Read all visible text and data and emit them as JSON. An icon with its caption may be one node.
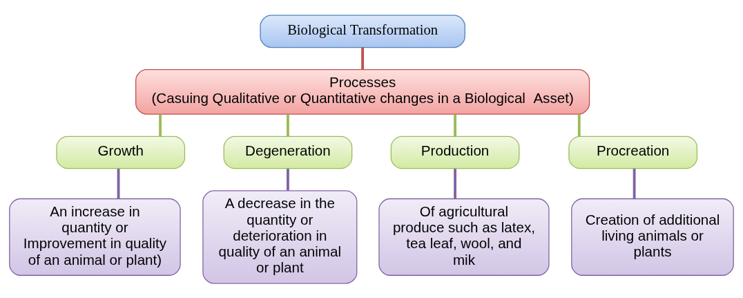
{
  "diagram": {
    "nodes": [
      {
        "text": [
          "Biological Transformation"
        ]
      },
      {
        "text": [
          "Processes",
          "(Casuing Qualitative or Quantitative changes in a Biological  Asset)"
        ]
      },
      {
        "text": [
          "Growth"
        ]
      },
      {
        "text": [
          "Degeneration"
        ]
      },
      {
        "text": [
          "Production"
        ]
      },
      {
        "text": [
          "Procreation"
        ]
      },
      {
        "text": [
          "An increase in quantity or Improvement in quality of an animal or plant)"
        ]
      },
      {
        "text": [
          "A decrease in the quantity or deterioration in quality of an animal or plant"
        ]
      },
      {
        "text": [
          "Of agricultural produce such as latex, tea leaf, wool, and mik"
        ]
      },
      {
        "text": [
          "Creation of additional living animals or plants"
        ]
      }
    ],
    "edges": [
      {
        "from": 0,
        "to": 1,
        "arrow": "none",
        "color": "#c0504d"
      },
      {
        "from": 1,
        "to": 2,
        "arrow": "none",
        "color": "#9bbb59"
      },
      {
        "from": 1,
        "to": 3,
        "arrow": "none",
        "color": "#9bbb59"
      },
      {
        "from": 1,
        "to": 4,
        "arrow": "none",
        "color": "#9bbb59"
      },
      {
        "from": 1,
        "to": 5,
        "arrow": "none",
        "color": "#9bbb59"
      },
      {
        "from": 2,
        "to": 6,
        "arrow": "none",
        "color": "#8064a2"
      },
      {
        "from": 3,
        "to": 7,
        "arrow": "none",
        "color": "#8064a2"
      },
      {
        "from": 4,
        "to": 8,
        "arrow": "none",
        "color": "#8064a2"
      },
      {
        "from": 5,
        "to": 9,
        "arrow": "none",
        "color": "#8064a2"
      }
    ]
  }
}
